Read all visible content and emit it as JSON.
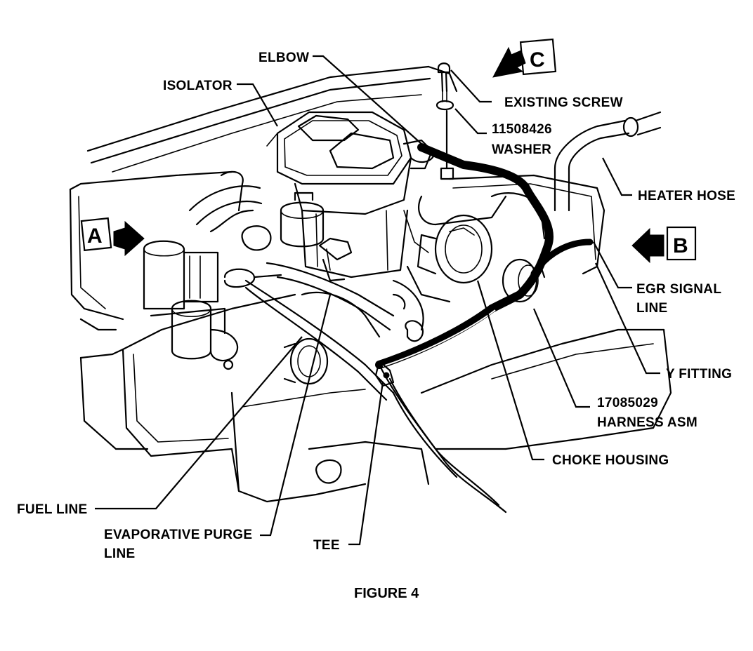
{
  "callouts": {
    "elbow": "ELBOW",
    "isolator": "ISOLATOR",
    "existing_screw": "EXISTING SCREW",
    "washer_part_no": "11508426",
    "washer": "WASHER",
    "heater_hose": "HEATER HOSE",
    "egr_signal_line_1": "EGR SIGNAL",
    "egr_signal_line_2": "LINE",
    "y_fitting": "Y FITTING",
    "harness_part_no": "17085029",
    "harness_asm": "HARNESS ASM",
    "choke_housing": "CHOKE HOUSING",
    "fuel_line": "FUEL LINE",
    "evap_purge_line_1": "EVAPORATIVE PURGE",
    "evap_purge_line_2": "LINE",
    "tee": "TEE"
  },
  "view_markers": {
    "a": "A",
    "b": "B",
    "c": "C"
  },
  "figure_caption": "FIGURE 4"
}
